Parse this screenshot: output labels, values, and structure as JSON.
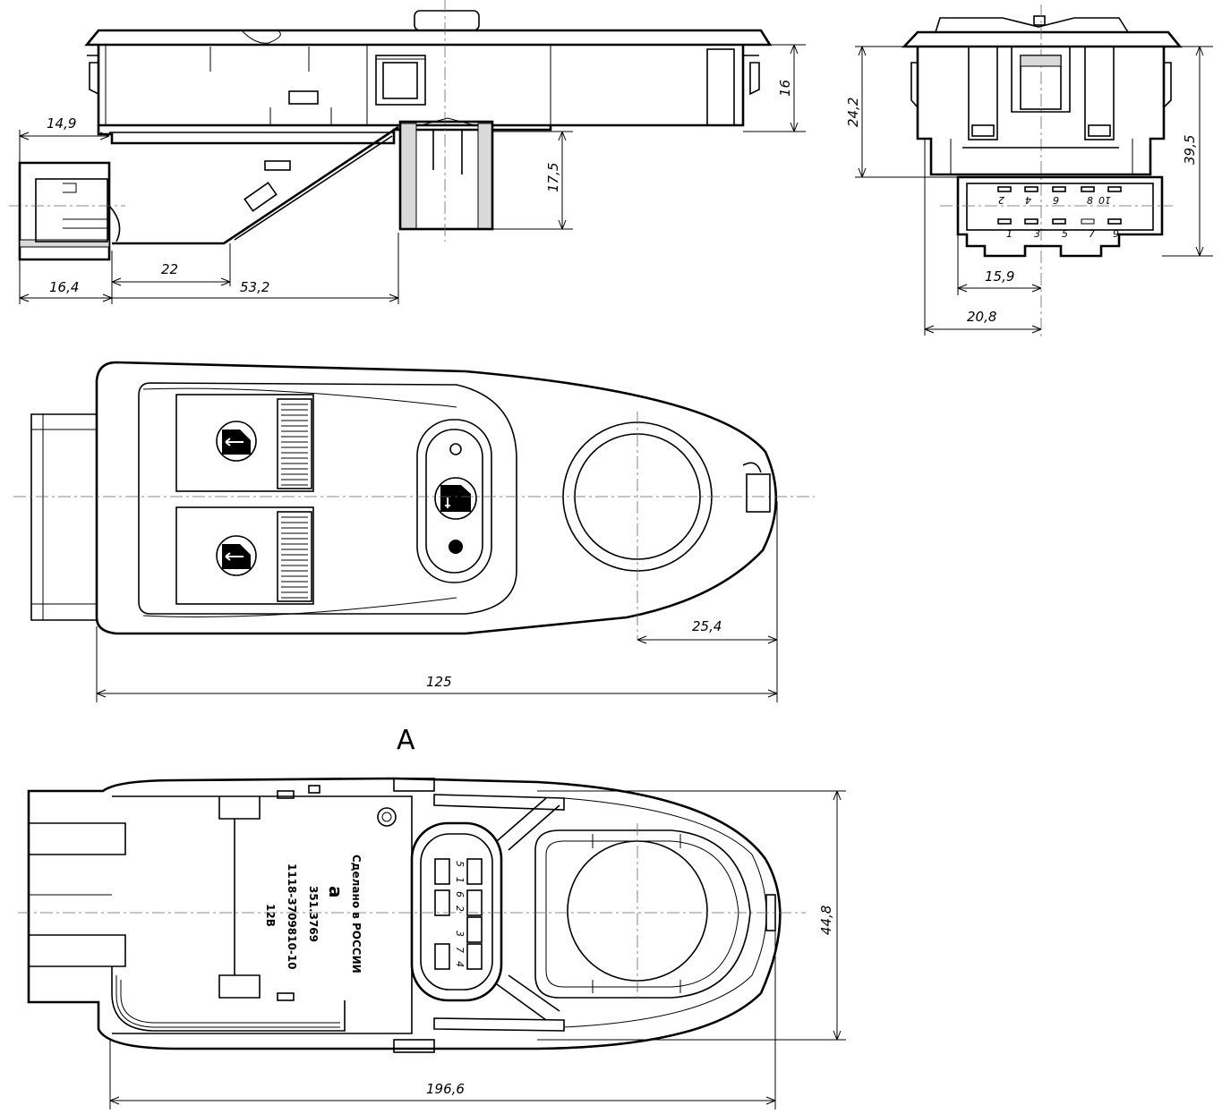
{
  "view_label": "A",
  "dimensions": {
    "side_left_offset": "14,9",
    "side_height_top": "16",
    "side_connector_depth": "17,5",
    "side_width_22": "22",
    "side_width_16_4": "16,4",
    "side_width_53_2": "53,2",
    "end_height_24_2": "24,2",
    "end_height_39_5": "39,5",
    "end_width_15_9": "15,9",
    "end_width_20_8": "20,8",
    "top_dim_25_4": "25,4",
    "top_length_125": "125",
    "bottom_length_196_6": "196,6",
    "bottom_width_44_8": "44,8"
  },
  "connector_pins": {
    "top_row": [
      "2",
      "4",
      "6",
      "8",
      "10"
    ],
    "bottom_row": [
      "1",
      "3",
      "5",
      "7",
      "9"
    ]
  },
  "bottom_connector_pins": [
    "5",
    "1",
    "6",
    "2",
    "3",
    "7",
    "4"
  ],
  "marking": {
    "made_in": "Сделано в РОССИИ",
    "logo": "a",
    "model": "351.3769",
    "part_number": "1118-3709810-10",
    "voltage": "12В"
  }
}
